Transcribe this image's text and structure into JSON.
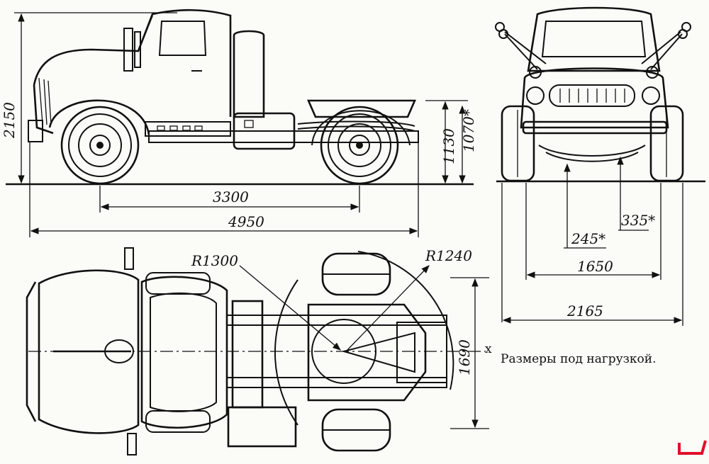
{
  "dimensions": {
    "height_total": "2150",
    "frame_height": "1130",
    "fifth_wheel_height": "1070*",
    "wheelbase": "3300",
    "length_total": "4950",
    "clearance_front": "245*",
    "clearance_rear": "335*",
    "track": "1650",
    "width_total": "2165",
    "radius_front": "R1300",
    "radius_rear": "R1240",
    "plan_width": "1690",
    "axis_mark": "x"
  },
  "caption": "Размеры под нагрузкой.",
  "colors": {
    "ink": "#111111",
    "paper": "#fbfbf7",
    "mark": "#e0102a"
  }
}
